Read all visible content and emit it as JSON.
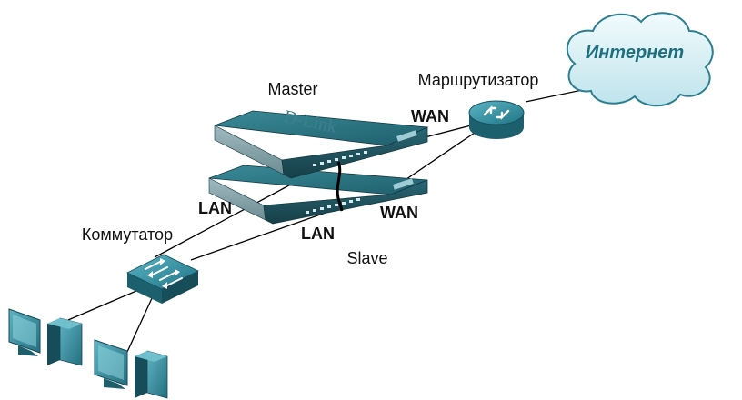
{
  "diagram": {
    "cloud_label": "Интернет",
    "router_label": "Маршрутизатор",
    "master_label": "Master",
    "slave_label": "Slave",
    "switch_label": "Коммутатор",
    "master_wan_label": "WAN",
    "slave_wan_label": "WAN",
    "master_lan_label": "LAN",
    "slave_lan_label": "LAN",
    "brand_text": "D-Link"
  },
  "colors": {
    "device_top": "#2a6f7d",
    "device_front": "#1b4f5a",
    "router_fill": "#2f8fa0",
    "cloud_fill": "#d9eff5",
    "link": "#000000"
  }
}
